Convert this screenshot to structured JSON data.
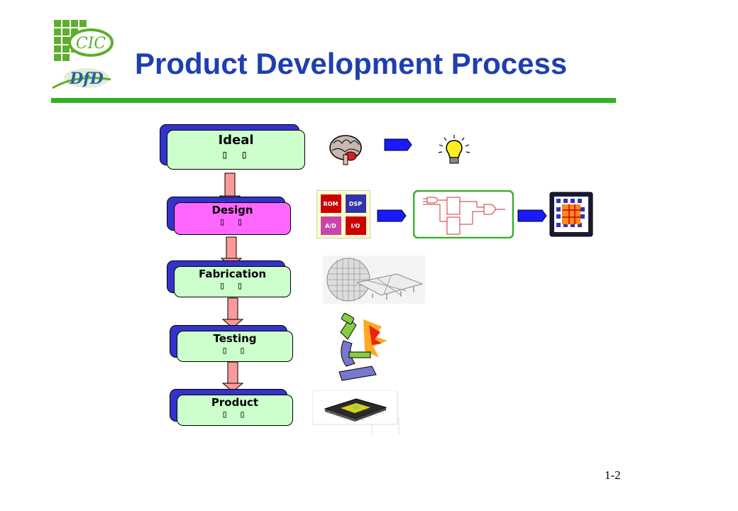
{
  "slide": {
    "title": "Product Development Process",
    "page_number": "1-2"
  },
  "logo": {
    "text_top": "CIC",
    "text_bottom": "DfD",
    "green": "#5fae2e",
    "blue": "#2a5fa8"
  },
  "stages": [
    {
      "label": "Ideal",
      "sub": "▯ ▯",
      "fill": "#ccffcc"
    },
    {
      "label": "Design",
      "sub": "▯ ▯",
      "fill": "#ff66ff"
    },
    {
      "label": "Fabrication",
      "sub": "▯ ▯",
      "fill": "#ccffcc"
    },
    {
      "label": "Testing",
      "sub": "▯ ▯",
      "fill": "#ccffcc"
    },
    {
      "label": "Product",
      "sub": "▯ ▯",
      "fill": "#ccffcc"
    }
  ],
  "block_diagram": {
    "blocks": [
      "ROM",
      "DSP",
      "A/D",
      "I/O"
    ]
  },
  "colors": {
    "connector_arrow": "#ff9999",
    "blue_arrow": "#1a1aff",
    "stage_shadow": "#3333cc"
  },
  "icons": [
    "brain-icon",
    "lightbulb-icon",
    "logic-circuit-icon",
    "chip-layout-icon",
    "wafer-icon",
    "microscope-icon",
    "chip-package-icon"
  ]
}
